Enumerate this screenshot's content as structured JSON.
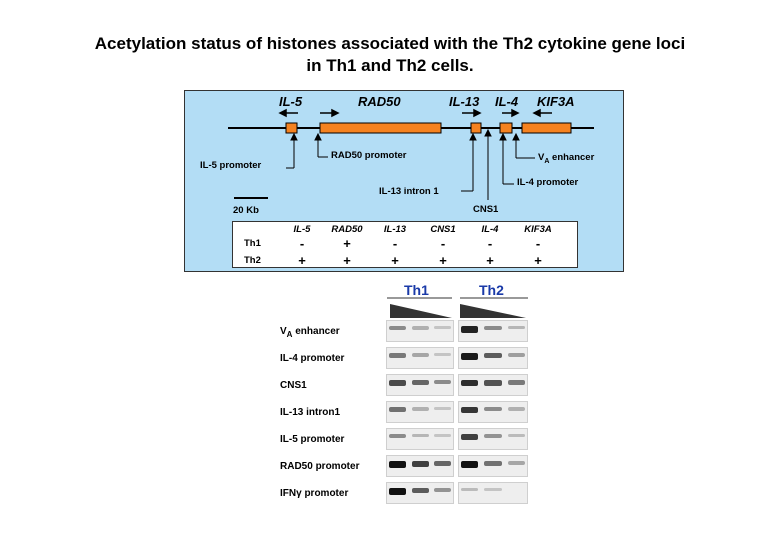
{
  "title": {
    "line1": "Acetylation status of histones associated with the Th2 cytokine gene loci",
    "line2": "in Th1 and Th2 cells."
  },
  "map": {
    "genes": [
      "IL-5",
      "RAD50",
      "IL-13",
      "IL-4",
      "KIF3A"
    ],
    "regulatory_labels": {
      "il5_promoter": "IL-5 promoter",
      "rad50_promoter": "RAD50 promoter",
      "il13_intron": "IL-13 intron 1",
      "cns1": "CNS1",
      "il4_promoter": "IL-4 promoter",
      "va_enhancer_prefix": "V",
      "va_enhancer_sub": "A",
      "va_enhancer_suffix": " enhancer"
    },
    "scale_label": "20 Kb"
  },
  "table": {
    "columns": [
      "IL-5",
      "RAD50",
      "IL-13",
      "CNS1",
      "IL-4",
      "KIF3A"
    ],
    "rows": [
      {
        "label": "Th1",
        "values": [
          "-",
          "+",
          "-",
          "-",
          "-",
          "-"
        ]
      },
      {
        "label": "Th2",
        "values": [
          "+",
          "+",
          "+",
          "+",
          "+",
          "+"
        ]
      }
    ]
  },
  "gels": {
    "groups": [
      "Th1",
      "Th2"
    ],
    "rows": [
      {
        "label_prefix": "V",
        "label_sub": "A",
        "label_suffix": " enhancer",
        "th1": [
          0.35,
          0.15,
          0.05
        ],
        "th2": [
          0.9,
          0.35,
          0.12
        ]
      },
      {
        "label_prefix": "IL-4 promoter",
        "label_sub": "",
        "label_suffix": "",
        "th1": [
          0.45,
          0.2,
          0.05
        ],
        "th2": [
          0.95,
          0.6,
          0.25
        ]
      },
      {
        "label_prefix": "CNS1",
        "label_sub": "",
        "label_suffix": "",
        "th1": [
          0.7,
          0.55,
          0.35
        ],
        "th2": [
          0.85,
          0.65,
          0.45
        ]
      },
      {
        "label_prefix": "IL-13 intron1",
        "label_sub": "",
        "label_suffix": "",
        "th1": [
          0.5,
          0.15,
          0.05
        ],
        "th2": [
          0.8,
          0.35,
          0.15
        ]
      },
      {
        "label_prefix": "IL-5 promoter",
        "label_sub": "",
        "label_suffix": "",
        "th1": [
          0.35,
          0.12,
          0.05
        ],
        "th2": [
          0.75,
          0.3,
          0.1
        ]
      },
      {
        "label_prefix": "RAD50 promoter",
        "label_sub": "",
        "label_suffix": "",
        "th1": [
          1.0,
          0.75,
          0.55
        ],
        "th2": [
          1.0,
          0.5,
          0.2
        ]
      },
      {
        "label_prefix": "IFNγ promoter",
        "label_sub": "",
        "label_suffix": "",
        "th1": [
          1.0,
          0.6,
          0.3
        ],
        "th2": [
          0.1,
          0.05,
          0.0
        ]
      }
    ]
  },
  "colors": {
    "panel_bg": "#b3ddf5",
    "gene_box": "#f58220",
    "group_title": "#1a3aa8"
  }
}
